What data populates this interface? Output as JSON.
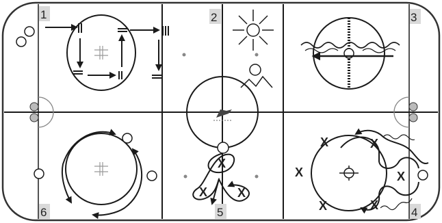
{
  "zones": [
    {
      "id": "zone-1",
      "number": "1"
    },
    {
      "id": "zone-2",
      "number": "2"
    },
    {
      "id": "zone-3",
      "number": "3"
    },
    {
      "id": "zone-4",
      "number": "4"
    },
    {
      "id": "zone-5",
      "number": "5"
    },
    {
      "id": "zone-6",
      "number": "6"
    }
  ],
  "marks": {
    "x": "X"
  },
  "colors": {
    "line": "#1a1a1a",
    "numberbox": "#d9d9d9",
    "background": "#ffffff"
  },
  "icons": [
    "sun-icon",
    "mountain-icon",
    "wave-icon",
    "arrow-icon",
    "crossbar-icon",
    "faceoff-dot-icon"
  ]
}
